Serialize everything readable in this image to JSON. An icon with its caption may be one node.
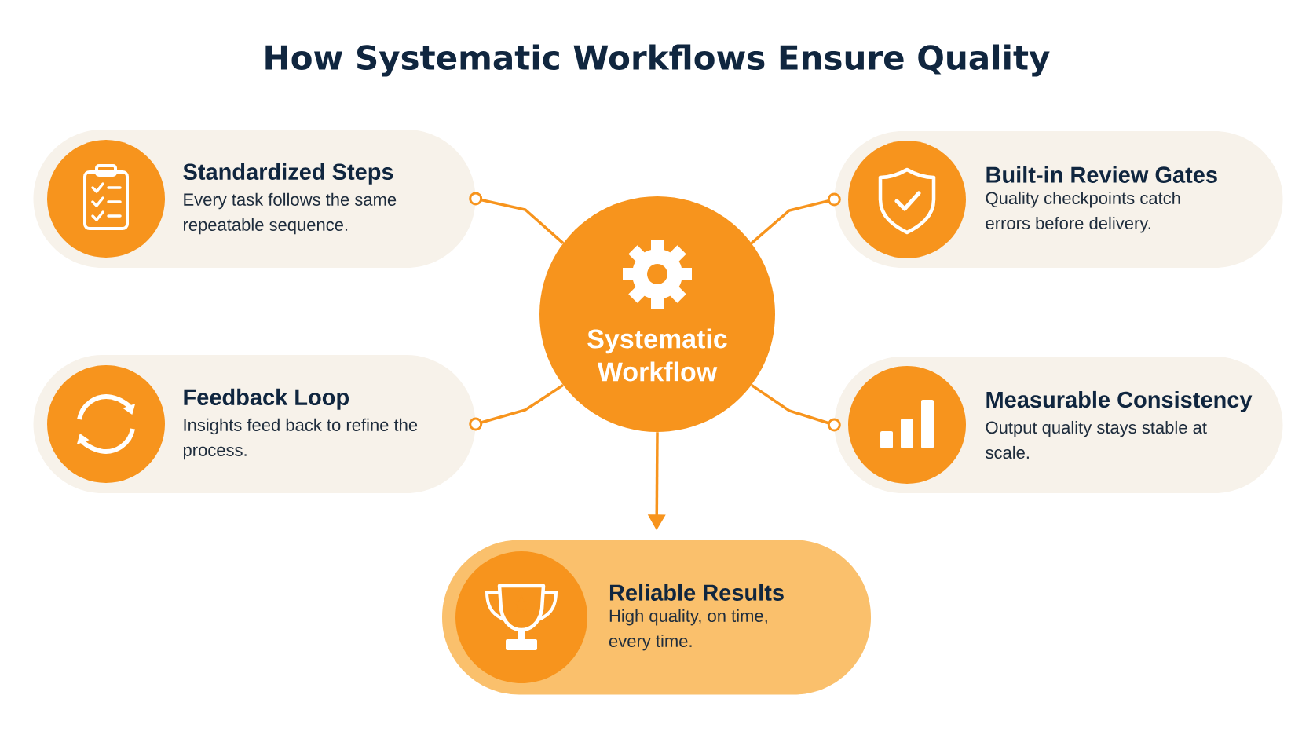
{
  "diagram": {
    "title": "How Systematic Workflows Ensure Quality",
    "nodes": [
      {
        "text": [
          "Systematic Workflow"
        ]
      },
      {
        "text": [
          "Standardized Steps",
          "Every task follows the same repeatable sequence."
        ]
      },
      {
        "text": [
          "Built-in Review Gates",
          "Quality checkpoints catch errors before delivery."
        ]
      },
      {
        "text": [
          "Feedback Loop",
          "Insights feed back to refine the process."
        ]
      },
      {
        "text": [
          "Measurable Consistency",
          "Output quality stays stable at scale."
        ]
      },
      {
        "text": [
          "Reliable Results",
          "High quality, on time, every time."
        ]
      }
    ],
    "edges": [
      {
        "from": 0,
        "to": 1,
        "arrow": "other"
      },
      {
        "from": 0,
        "to": 2,
        "arrow": "other"
      },
      {
        "from": 0,
        "to": 3,
        "arrow": "other"
      },
      {
        "from": 0,
        "to": 4,
        "arrow": "other"
      },
      {
        "from": 0,
        "to": 5,
        "arrow": "to"
      }
    ]
  }
}
